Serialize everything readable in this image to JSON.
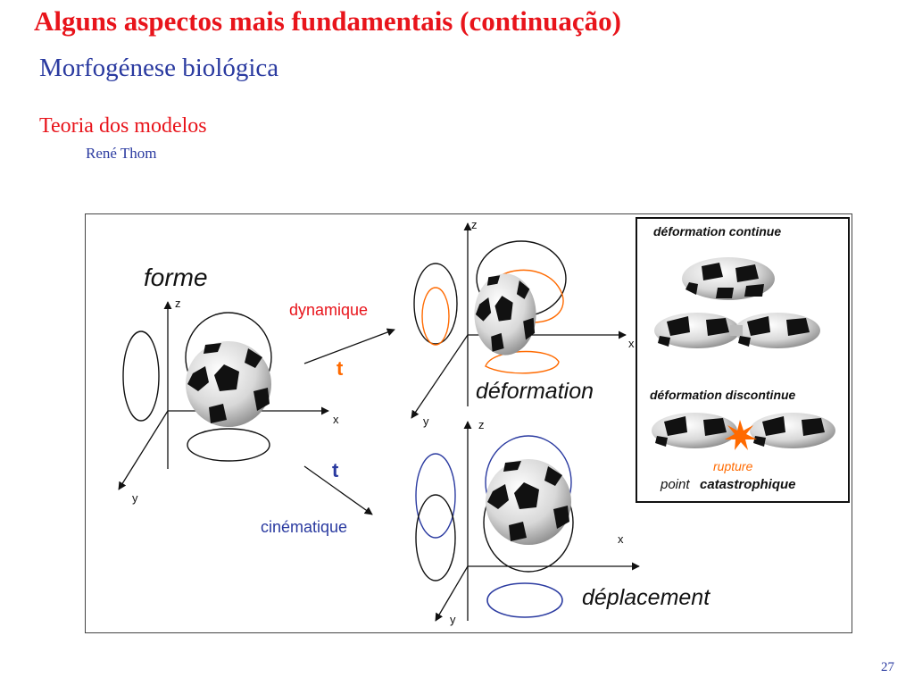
{
  "slide": {
    "title": "Alguns aspectos mais fundamentais (continuação)",
    "subtitle": "Morfogénese biológica",
    "section": "Teoria dos modelos",
    "author": "René Thom",
    "page_number": "27"
  },
  "diagram": {
    "forme": "forme",
    "dynamique": "dynamique",
    "cinematique": "cinématique",
    "t_top": "t",
    "t_bottom": "t",
    "deformation": "déformation",
    "deplacement": "déplacement",
    "deformation_continue": "déformation continue",
    "deformation_discontinue": "déformation discontinue",
    "rupture": "rupture",
    "point": "point",
    "catastrophique": "catastrophique",
    "axis_z": "z",
    "axis_x": "x",
    "axis_y": "y",
    "colors": {
      "red": "#e8141b",
      "blue": "#2a3aa0",
      "orange": "#ff6a00",
      "dark": "#111111"
    }
  }
}
